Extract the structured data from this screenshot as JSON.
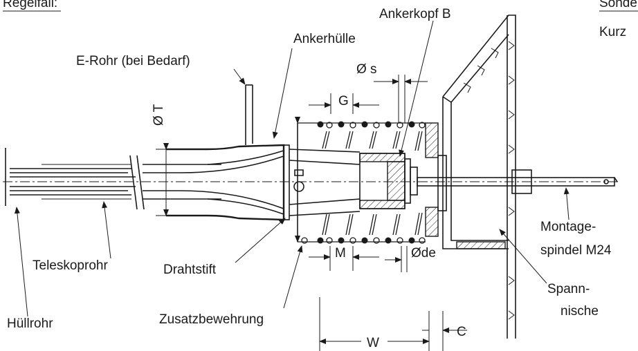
{
  "labels": {
    "regelfall": "Regelfall:",
    "sonder": "Sonde",
    "kurz": "Kurz",
    "ankerkopf": "Ankerkopf B",
    "ankerhuelle": "Ankerhülle",
    "erohr": "E-Rohr (bei Bedarf)",
    "ds": "Ø s",
    "g": "G",
    "dt": "Ø T",
    "teleskoprohr": "Teleskoprohr",
    "drahtstift": "Drahtstift",
    "huellrohr": "Hüllrohr",
    "zusatz": "Zusatzbewehrung",
    "m": "M",
    "dde": "Øde",
    "w": "W",
    "c": "C",
    "montage1": "Montage-",
    "montage2": "spindel M24",
    "spann1": "Spann-",
    "spann2": "nische"
  }
}
